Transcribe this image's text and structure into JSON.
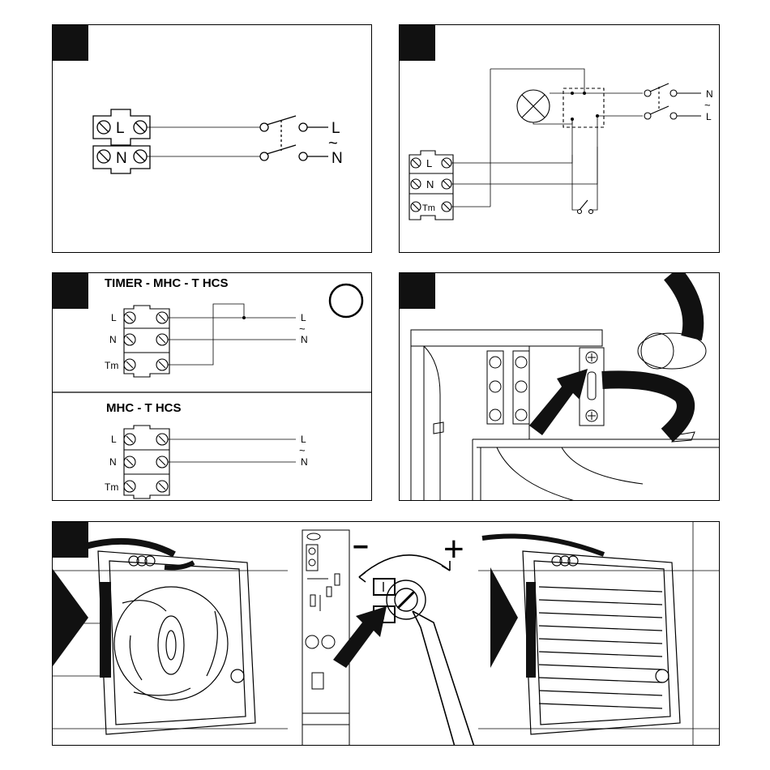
{
  "panel1": {
    "terminal_L": "L",
    "terminal_N": "N",
    "line_L": "L",
    "line_N": "N",
    "tilde": "~"
  },
  "panel2": {
    "terminal_L": "L",
    "terminal_N": "N",
    "terminal_Tm": "Tm",
    "line_N": "N",
    "line_L": "L",
    "tilde": "~"
  },
  "panel3": {
    "title_top": "TIMER - MHC - T HCS",
    "title_bottom": "MHC - T HCS",
    "top": {
      "left_L": "L",
      "left_N": "N",
      "left_Tm": "Tm",
      "right_L": "L",
      "right_N": "N",
      "tilde": "~"
    },
    "bottom": {
      "left_L": "L",
      "left_N": "N",
      "left_Tm": "Tm",
      "right_L": "L",
      "right_N": "N",
      "tilde": "~"
    }
  },
  "panel5": {
    "minus": "−",
    "plus": "+"
  }
}
